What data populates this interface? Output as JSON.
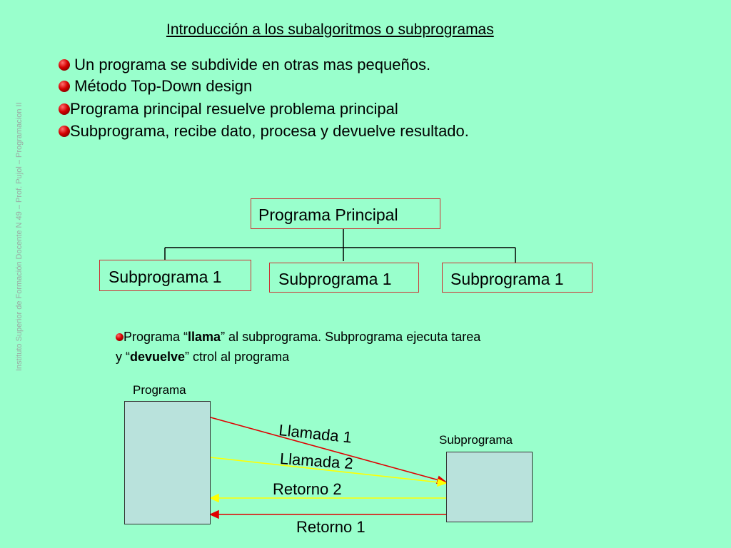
{
  "side_text": "Instituto Superior de Formación Docente N 49 – Prof. Pujol – Programacion II",
  "title": "Introducción a los subalgoritmos o subprogramas",
  "bullets": [
    " Un programa se subdivide en otras mas pequeños.",
    " Método Top-Down design",
    "Programa principal resuelve problema principal",
    "Subprograma, recibe dato, procesa y devuelve resultado."
  ],
  "tree": {
    "root": "Programa Principal",
    "children": [
      "Subprograma 1",
      "Subprograma 1",
      "Subprograma 1"
    ]
  },
  "note": {
    "part1": "Programa “",
    "bold1": "llama",
    "part2": "” al subprograma. Subprograma ejecuta tarea",
    "part3": "y “",
    "bold2": "devuelve",
    "part4": "” ctrol al programa"
  },
  "flow": {
    "left_caption": "Programa",
    "right_caption": "Subprograma",
    "arrows": [
      "Llamada  1",
      "Llamada  2",
      "Retorno  2",
      "Retorno  1"
    ]
  },
  "colors": {
    "background": "#99ffcc",
    "box_border": "#cc3333",
    "call_1": "#e00000",
    "call_2": "#ffff00",
    "return_2": "#ffff00",
    "return_1": "#e00000"
  }
}
